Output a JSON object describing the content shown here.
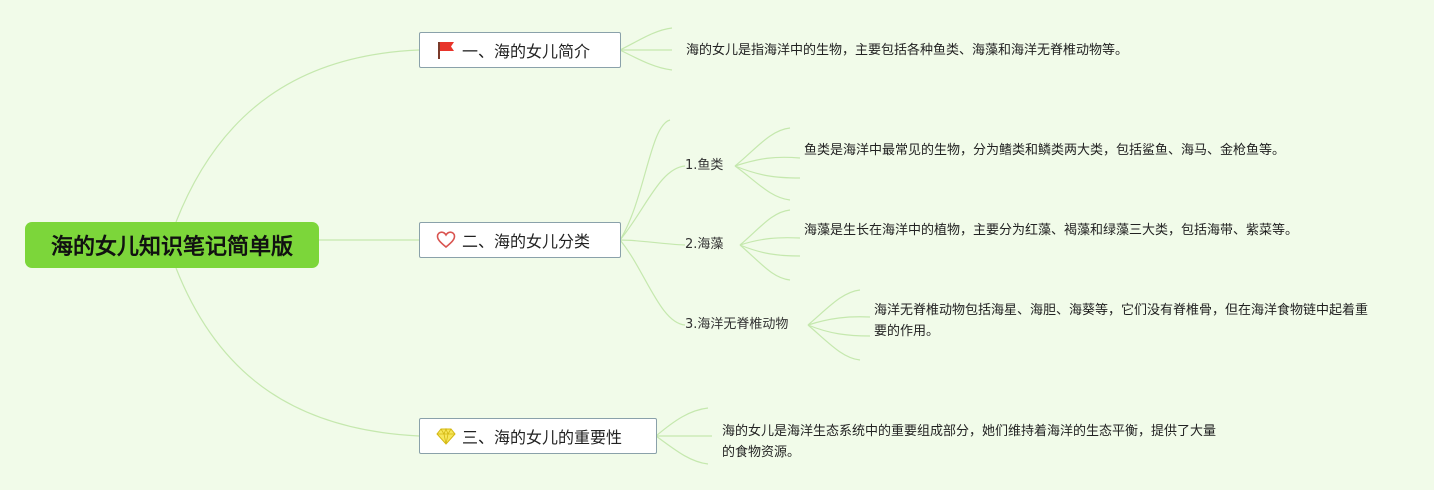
{
  "title": "海的女儿知识笔记简单版",
  "branches": [
    {
      "label": "一、海的女儿简介",
      "icon": "red-flag-icon",
      "text": "海的女儿是指海洋中的生物，主要包括各种鱼类、海藻和海洋无脊椎动物等。"
    },
    {
      "label": "二、海的女儿分类",
      "icon": "heart-outline-icon",
      "children": [
        {
          "label": "1.鱼类",
          "text": "鱼类是海洋中最常见的生物，分为鳍类和鳞类两大类，包括鲨鱼、海马、金枪鱼等。"
        },
        {
          "label": "2.海藻",
          "text": "海藻是生长在海洋中的植物，主要分为红藻、褐藻和绿藻三大类，包括海带、紫菜等。"
        },
        {
          "label": "3.海洋无脊椎动物",
          "text": "海洋无脊椎动物包括海星、海胆、海葵等，它们没有脊椎骨，但在海洋食物链中起着重要的作用。"
        }
      ]
    },
    {
      "label": "三、海的女儿的重要性",
      "icon": "diamond-icon",
      "text": "海的女儿是海洋生态系统中的重要组成部分，她们维持着海洋的生态平衡，提供了大量的食物资源。"
    }
  ],
  "colors": {
    "background": "#f1fbe9",
    "root": "#7cd63a",
    "link": "#c5e8ae",
    "flag": "#e8342a",
    "heart": "#d9534f",
    "diamond": "#f2d81e"
  }
}
